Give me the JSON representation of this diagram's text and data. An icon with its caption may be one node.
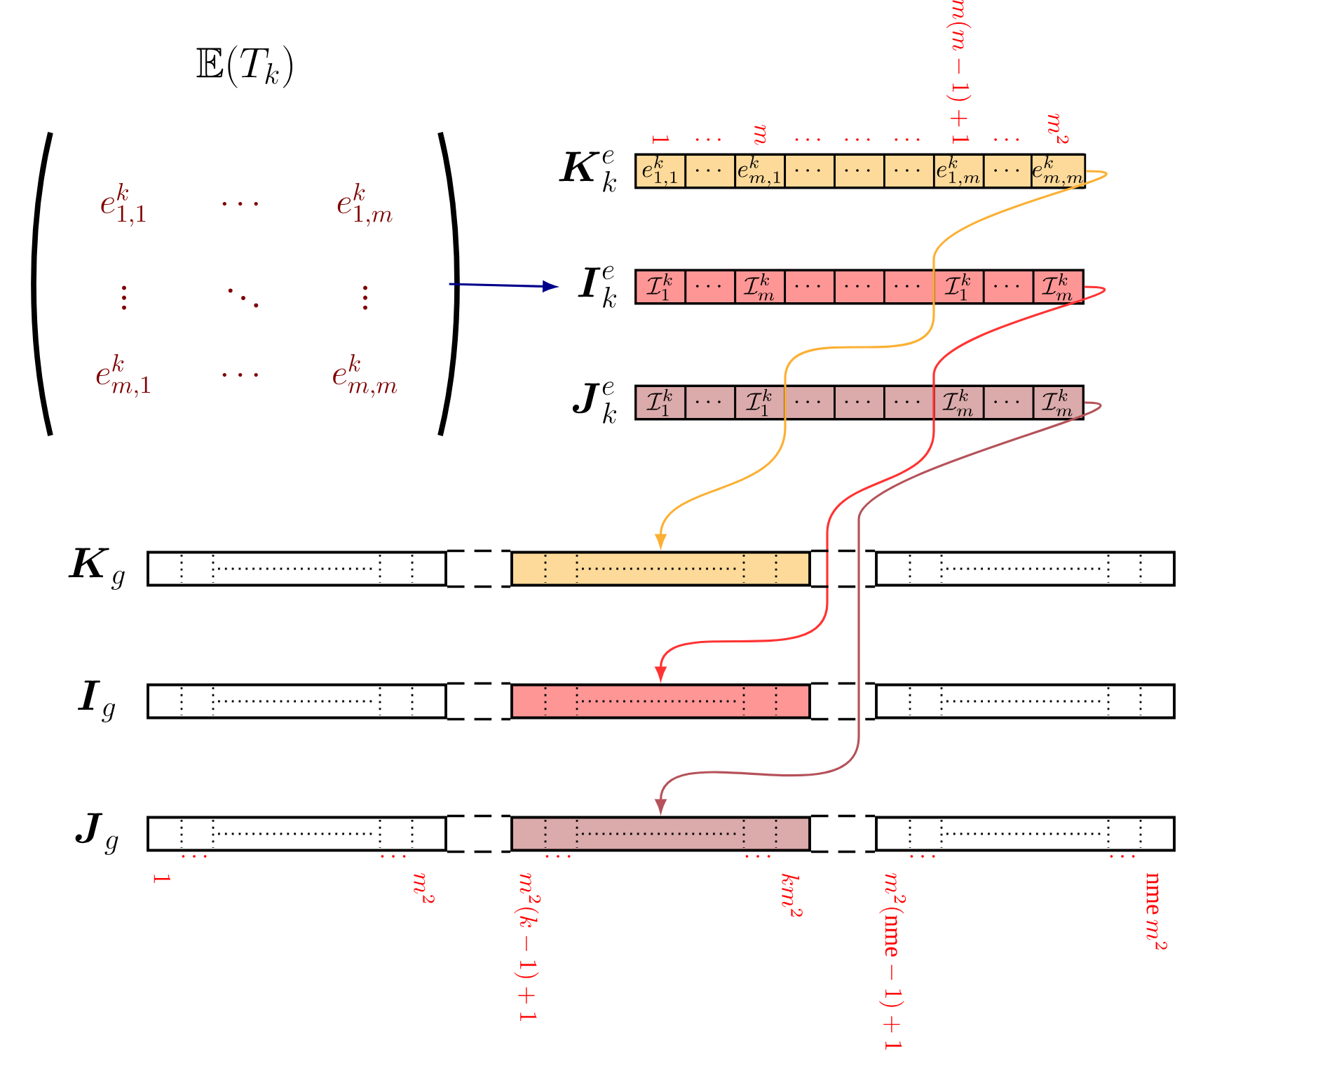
{
  "diagram": {
    "title": "\\mathbb{E}(T_k)",
    "nodes": [
      {
        "text": [
          "e^k_{1,1}",
          "\\cdots",
          "e^k_{1,m}",
          "\\vdots",
          "\\ddots",
          "\\vdots",
          "e^k_{m,1}",
          "\\cdots",
          "e^k_{m,m}"
        ]
      },
      {
        "text": [
          "\\boldsymbol{K}^e_k"
        ]
      },
      {
        "text": [
          "e^k_{1,1}"
        ],
        "in": 1
      },
      {
        "text": [
          "\\cdots"
        ],
        "in": 1
      },
      {
        "text": [
          "e^k_{m,1}"
        ],
        "in": 1
      },
      {
        "text": [
          "\\cdots"
        ],
        "in": 1
      },
      {
        "text": [
          "\\cdots"
        ],
        "in": 1
      },
      {
        "text": [
          "\\cdots"
        ],
        "in": 1
      },
      {
        "text": [
          "e^k_{1,m}"
        ],
        "in": 1
      },
      {
        "text": [
          "\\cdots"
        ],
        "in": 1
      },
      {
        "text": [
          "e^k_{m,m}"
        ],
        "in": 1
      },
      {
        "text": [
          "\\boldsymbol{I}^e_k"
        ]
      },
      {
        "text": [
          "\\mathcal{I}^k_1"
        ],
        "in": 11
      },
      {
        "text": [
          "\\cdots"
        ],
        "in": 11
      },
      {
        "text": [
          "\\mathcal{I}^k_m"
        ],
        "in": 11
      },
      {
        "text": [
          "\\cdots"
        ],
        "in": 11
      },
      {
        "text": [
          "\\cdots"
        ],
        "in": 11
      },
      {
        "text": [
          "\\cdots"
        ],
        "in": 11
      },
      {
        "text": [
          "\\mathcal{I}^k_1"
        ],
        "in": 11
      },
      {
        "text": [
          "\\cdots"
        ],
        "in": 11
      },
      {
        "text": [
          "\\mathcal{I}^k_m"
        ],
        "in": 11
      },
      {
        "text": [
          "\\boldsymbol{J}^e_k"
        ]
      },
      {
        "text": [
          "\\mathcal{I}^k_1"
        ],
        "in": 21
      },
      {
        "text": [
          "\\cdots"
        ],
        "in": 21
      },
      {
        "text": [
          "\\mathcal{I}^k_1"
        ],
        "in": 21
      },
      {
        "text": [
          "\\cdots"
        ],
        "in": 21
      },
      {
        "text": [
          "\\cdots"
        ],
        "in": 21
      },
      {
        "text": [
          "\\cdots"
        ],
        "in": 21
      },
      {
        "text": [
          "\\mathcal{I}^k_m"
        ],
        "in": 21
      },
      {
        "text": [
          "\\cdots"
        ],
        "in": 21
      },
      {
        "text": [
          "\\mathcal{I}^k_m"
        ],
        "in": 21
      },
      {
        "text": [],
        "shape": "box"
      },
      {
        "text": [],
        "shape": "box"
      },
      {
        "text": [],
        "shape": "box"
      },
      {
        "text": [],
        "shape": "box"
      },
      {
        "text": [],
        "shape": "box"
      },
      {
        "text": [],
        "shape": "box"
      },
      {
        "text": [],
        "shape": "box"
      },
      {
        "text": [],
        "shape": "box"
      },
      {
        "text": [],
        "shape": "box"
      }
    ],
    "edges": [
      {
        "from": 0,
        "to": 11,
        "arrow": "to",
        "color": "#00008b"
      },
      {
        "from": 10,
        "to": 32,
        "arrow": "to",
        "color": "#fbb034"
      },
      {
        "from": 20,
        "to": 35,
        "arrow": "to",
        "color": "#ff3333"
      },
      {
        "from": 30,
        "to": 38,
        "arrow": "to",
        "color": "#b5525a"
      },
      {
        "from": 31,
        "to": 32,
        "arrow": "none",
        "style": "dashed"
      },
      {
        "from": 31,
        "to": 32,
        "arrow": "none",
        "style": "dashed"
      },
      {
        "from": 32,
        "to": 33,
        "arrow": "none",
        "style": "dashed"
      },
      {
        "from": 32,
        "to": 33,
        "arrow": "none",
        "style": "dashed"
      },
      {
        "from": 34,
        "to": 35,
        "arrow": "none",
        "style": "dashed"
      },
      {
        "from": 34,
        "to": 35,
        "arrow": "none",
        "style": "dashed"
      },
      {
        "from": 35,
        "to": 36,
        "arrow": "none",
        "style": "dashed"
      },
      {
        "from": 35,
        "to": 36,
        "arrow": "none",
        "style": "dashed"
      },
      {
        "from": 37,
        "to": 38,
        "arrow": "none",
        "style": "dashed"
      },
      {
        "from": 37,
        "to": 38,
        "arrow": "none",
        "style": "dashed"
      },
      {
        "from": 38,
        "to": 39,
        "arrow": "none",
        "style": "dashed"
      },
      {
        "from": 38,
        "to": 39,
        "arrow": "none",
        "style": "dashed"
      }
    ],
    "labels": [
      "1",
      "\\cdots",
      "m",
      "\\cdots",
      "\\cdots",
      "\\cdots",
      "m(m-1)+1",
      "\\cdots",
      "m^2",
      "\\boldsymbol{K}_g",
      "\\boldsymbol{I}_g",
      "\\boldsymbol{J}_g",
      "1",
      "\\cdots",
      "\\cdots",
      "m^2",
      "m^2(k-1)+1",
      "\\cdots",
      "\\cdots",
      "km^2",
      "m^2(\\mathrm{nme}-1)+1",
      "\\cdots",
      "\\cdots",
      "\\mathrm{nme}\\,m^2"
    ]
  }
}
